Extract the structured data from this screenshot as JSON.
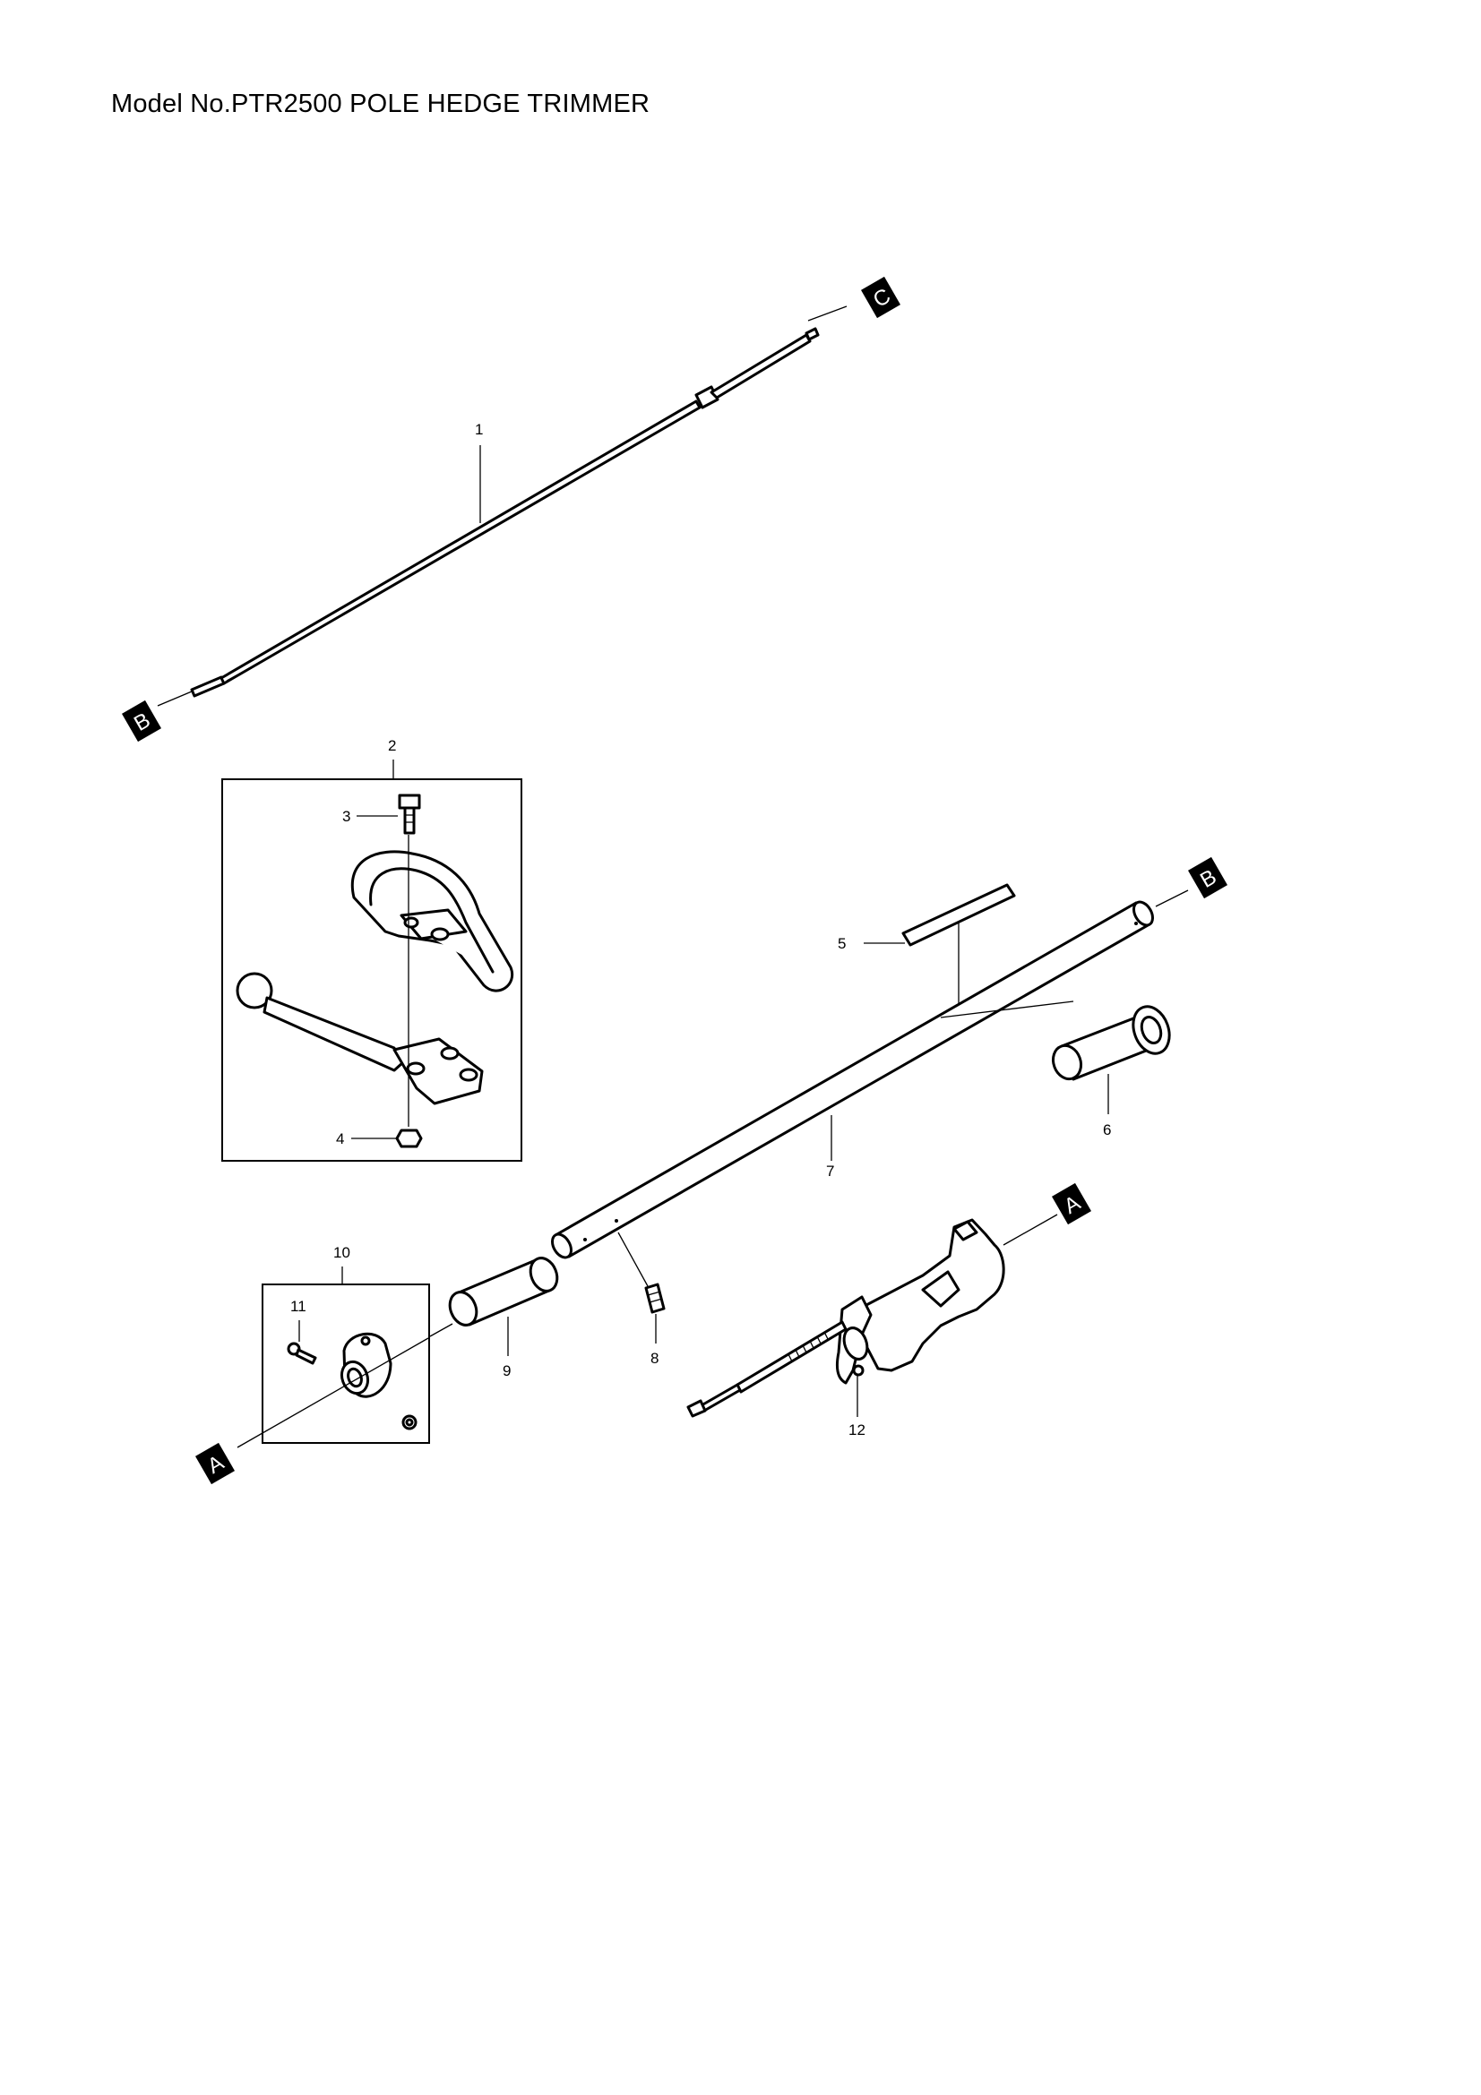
{
  "title": "Model No.PTR2500 POLE HEDGE TRIMMER",
  "callouts": {
    "c1": "1",
    "c2": "2",
    "c3": "3",
    "c4": "4",
    "c5": "5",
    "c6": "6",
    "c7": "7",
    "c8": "8",
    "c9": "9",
    "c10": "10",
    "c11": "11",
    "c12": "12"
  },
  "connection_tags": {
    "c_top": "C",
    "b_left": "B",
    "b_right": "B",
    "a_right": "A",
    "a_left": "A"
  }
}
